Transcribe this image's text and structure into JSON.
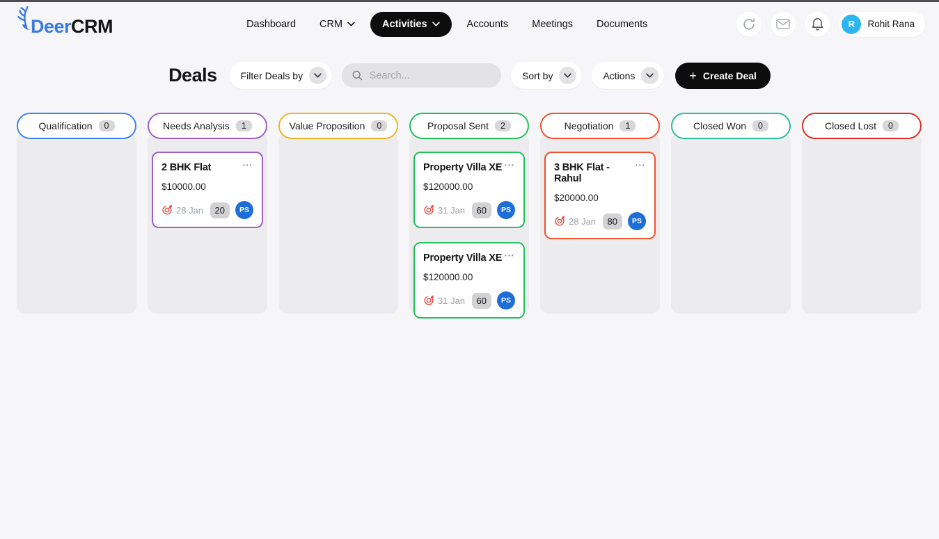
{
  "header": {
    "logo": {
      "brand_primary": "Deer",
      "brand_secondary": "CRM"
    },
    "nav": [
      {
        "label": "Dashboard",
        "has_dropdown": false,
        "active": false
      },
      {
        "label": "CRM",
        "has_dropdown": true,
        "active": false
      },
      {
        "label": "Activities",
        "has_dropdown": true,
        "active": true
      },
      {
        "label": "Accounts",
        "has_dropdown": false,
        "active": false
      },
      {
        "label": "Meetings",
        "has_dropdown": false,
        "active": false
      },
      {
        "label": "Documents",
        "has_dropdown": false,
        "active": false
      }
    ],
    "user": {
      "initial": "R",
      "name": "Rohit Rana"
    }
  },
  "toolbar": {
    "title": "Deals",
    "filter_label": "Filter Deals by",
    "search_placeholder": "Search...",
    "search_value": "",
    "sort_label": "Sort by",
    "actions_label": "Actions",
    "create_label": "Create Deal"
  },
  "icons": {
    "card_menu": "⋯",
    "create_plus": "+"
  },
  "colors": {
    "topline": "#4e4e50",
    "page_bg": "#f6f6f8",
    "column_bg": "#ececee",
    "active_nav_bg": "#0d0d0d",
    "user_avatar": "#2eb5f0",
    "owner_avatar": "#1d6ed8",
    "target_icon": "#e8453c"
  },
  "board": {
    "columns": [
      {
        "name": "Qualification",
        "count": "0",
        "color": "#3b82f6",
        "deals": []
      },
      {
        "name": "Needs Analysis",
        "count": "1",
        "color": "#a35fc4",
        "deals": [
          {
            "title": "2 BHK Flat",
            "amount": "$10000.00",
            "date": "28 Jan",
            "probability": "20",
            "owner_initials": "PS"
          }
        ]
      },
      {
        "name": "Value Proposition",
        "count": "0",
        "color": "#f0b429",
        "deals": []
      },
      {
        "name": "Proposal Sent",
        "count": "2",
        "color": "#21c15c",
        "deals": [
          {
            "title": "Property Villa XE",
            "amount": "$120000.00",
            "date": "31 Jan",
            "probability": "60",
            "owner_initials": "PS"
          },
          {
            "title": "Property Villa XE",
            "amount": "$120000.00",
            "date": "31 Jan",
            "probability": "60",
            "owner_initials": "PS"
          }
        ]
      },
      {
        "name": "Negotiation",
        "count": "1",
        "color": "#f4512c",
        "deals": [
          {
            "title": "3 BHK Flat - Rahul",
            "amount": "$20000.00",
            "date": "28 Jan",
            "probability": "80",
            "owner_initials": "PS"
          }
        ]
      },
      {
        "name": "Closed Won",
        "count": "0",
        "color": "#2abf9e",
        "deals": []
      },
      {
        "name": "Closed Lost",
        "count": "0",
        "color": "#d93025",
        "deals": []
      }
    ]
  }
}
